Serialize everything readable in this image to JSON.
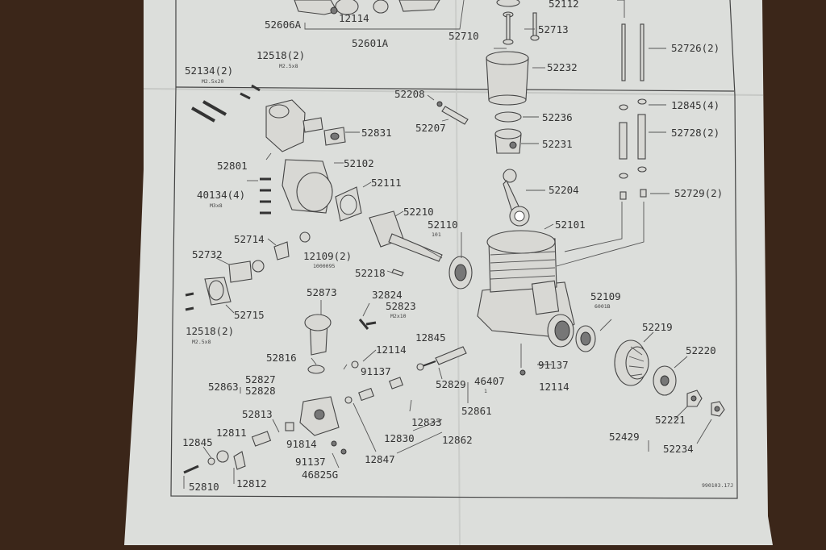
{
  "labels": {
    "l52606A": "52606A",
    "l12114a": "12114",
    "l52601A": "52601A",
    "l52112": "52112",
    "l52710": "52710",
    "l52713": "52713",
    "l52726": "52726(2)",
    "l52134": "52134(2)",
    "l12518a": "12518(2)",
    "l52232": "52232",
    "l52208": "52208",
    "l12845a": "12845(4)",
    "l52236": "52236",
    "l52831": "52831",
    "l52207": "52207",
    "l52728": "52728(2)",
    "l52231": "52231",
    "l52801": "52801",
    "l52102": "52102",
    "l52111": "52111",
    "l52204": "52204",
    "l40134": "40134(4)",
    "l52729": "52729(2)",
    "l52210": "52210",
    "l52110": "52110",
    "l52101": "52101",
    "l52714": "52714",
    "l12109": "12109(2)",
    "l52732": "52732",
    "l52218": "52218",
    "l52873": "52873",
    "l32824": "32824",
    "l52823": "52823",
    "l52109": "52109",
    "l52715": "52715",
    "l12518b": "12518(2)",
    "l52219": "52219",
    "l12845b": "12845",
    "l52816": "52816",
    "l12114b": "12114",
    "l52220": "52220",
    "l91137a": "91137",
    "l91137b": "91137",
    "l52863": "52863",
    "l52827": "52827",
    "l52828": "52828",
    "l52829": "52829",
    "l46407": "46407",
    "l12114c": "12114",
    "l52861": "52861",
    "l52813": "52813",
    "l12833": "12833",
    "l52221": "52221",
    "l12845c": "12845",
    "l12811": "12811",
    "l12830": "12830",
    "l12862": "12862",
    "l52429": "52429",
    "l52234": "52234",
    "l91814": "91814",
    "l91137c": "91137",
    "l12847": "12847",
    "l46825G": "46825G",
    "l52810": "52810",
    "l12812": "12812"
  },
  "sublabels": {
    "s52134": "M2.5x20",
    "s12518a": "M2.5x8",
    "s40134": "M3x8",
    "s52110": "101",
    "s12109": "1000095",
    "s52823": "M2x10",
    "s52109": "6001B",
    "s12518b": "M2.5x8",
    "s46407": "1",
    "code": "990103.17J"
  }
}
